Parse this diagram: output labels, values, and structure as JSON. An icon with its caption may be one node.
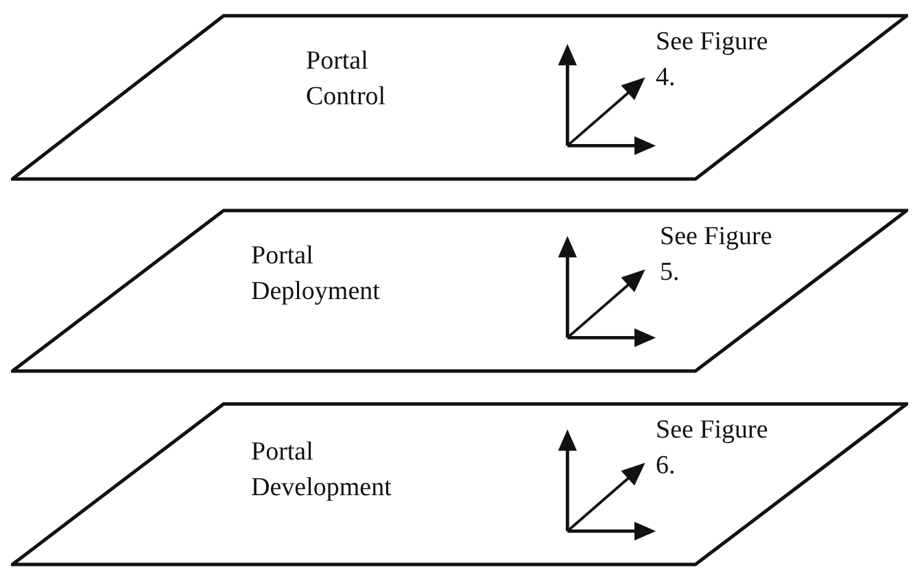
{
  "diagram": {
    "nodes": [
      {
        "text": [
          "Portal Control",
          "See Figure 4."
        ]
      },
      {
        "text": [
          "Portal Deployment",
          "See Figure 5."
        ]
      },
      {
        "text": [
          "Portal Development",
          "See Figure 6."
        ]
      }
    ]
  }
}
